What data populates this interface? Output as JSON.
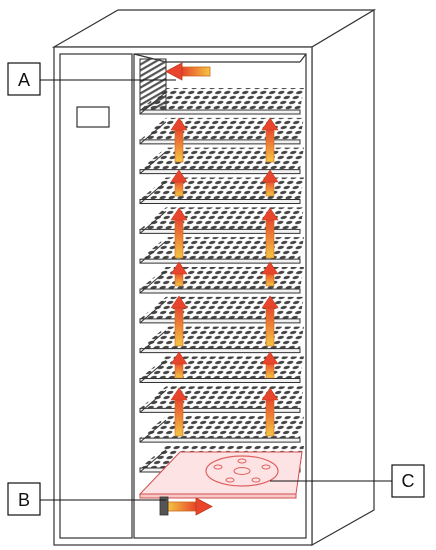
{
  "diagram": {
    "callouts": [
      {
        "id": "A",
        "label": "A"
      },
      {
        "id": "B",
        "label": "B"
      },
      {
        "id": "C",
        "label": "C"
      }
    ],
    "shelf_count": 13,
    "arrow_columns": 2,
    "colors": {
      "outline": "#333333",
      "cabinet_fill": "#ffffff",
      "shelf_fill": "#f2f2f2",
      "hole": "#444444",
      "arrow_start": "#f5c542",
      "arrow_end": "#e8452c",
      "heater_plate": "#fde3e3",
      "heater_line": "#e06060"
    }
  }
}
